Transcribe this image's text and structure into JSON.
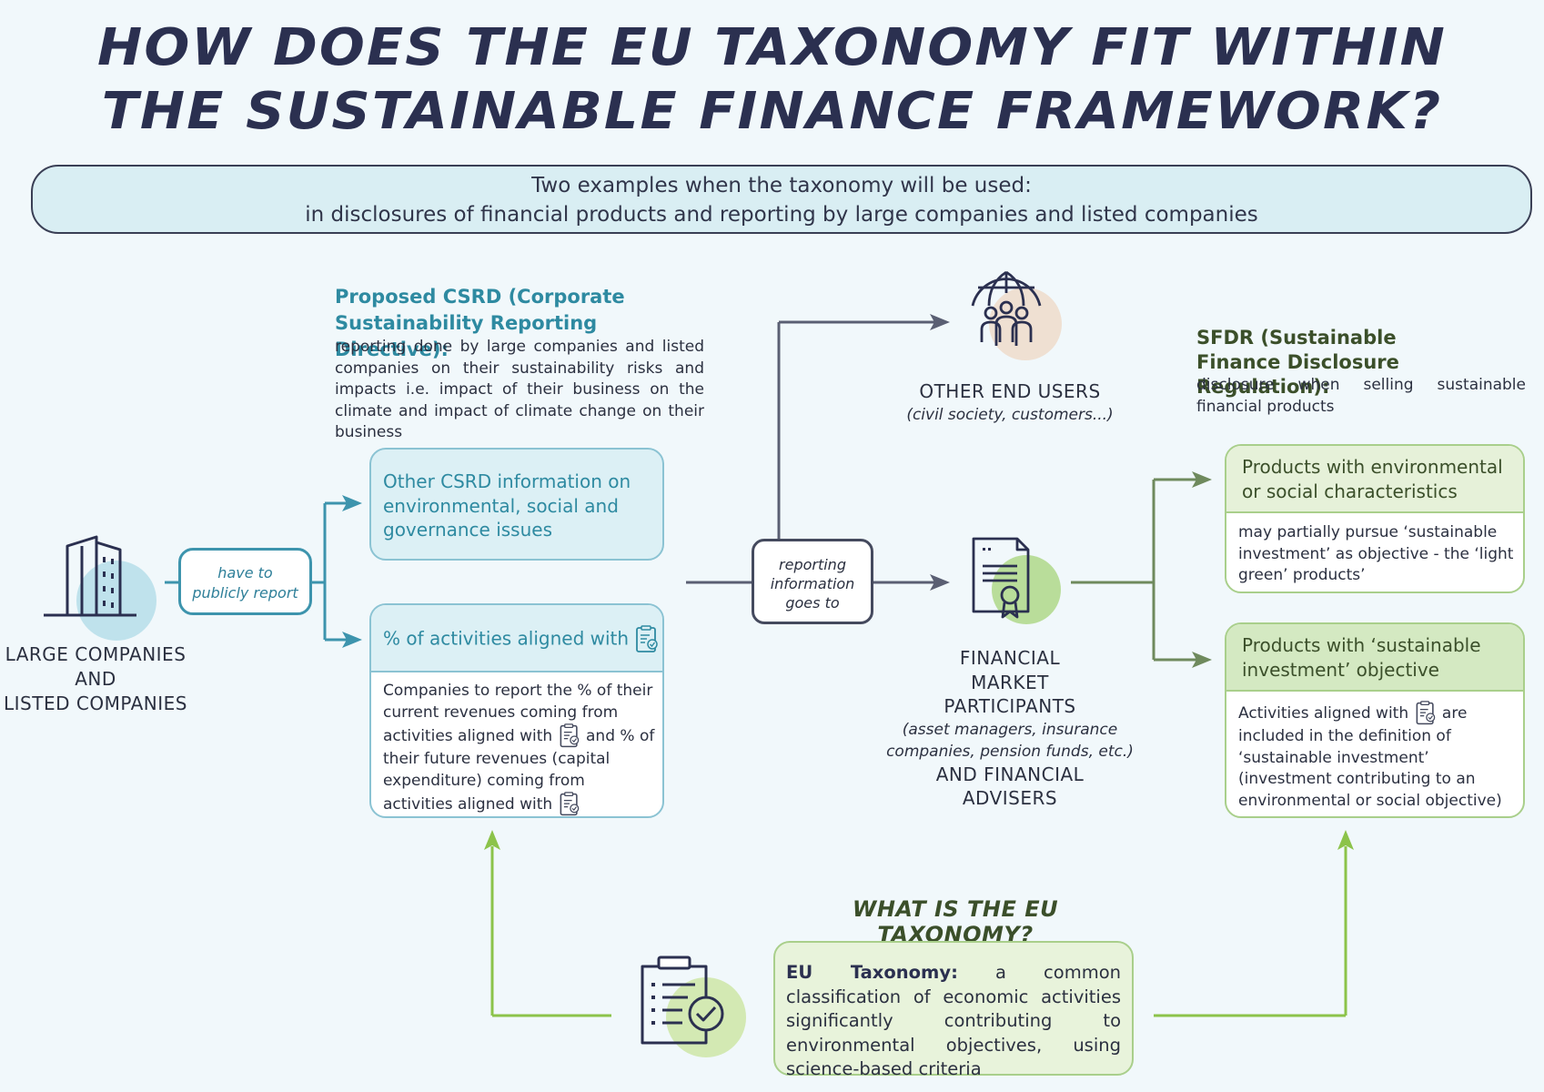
{
  "title": {
    "line1": "HOW DOES THE EU TAXONOMY FIT WITHIN",
    "line2": "THE SUSTAINABLE FINANCE FRAMEWORK?"
  },
  "banner": {
    "line1": "Two examples when the taxonomy will be used:",
    "line2": "in disclosures of financial products and reporting by large companies and listed companies"
  },
  "csrd": {
    "heading_bold": "Proposed CSRD",
    "heading_rest": "(Corporate Sustainability Reporting Directive):",
    "body": "reporting done by large companies and listed companies on their sustainability risks and impacts i.e. impact of their business on the climate and impact of climate change on their business"
  },
  "sfdr": {
    "heading": "SFDR (Sustainable Finance Disclosure Regulation):",
    "body": "disclosure when selling sustainable financial products"
  },
  "large_companies": {
    "line1": "LARGE COMPANIES",
    "line2": "AND",
    "line3": "LISTED COMPANIES"
  },
  "have_to_report": {
    "line1": "have to",
    "line2": "publicly report"
  },
  "other_csrd_box": {
    "text": "Other CSRD information on environmental, social and governance issues"
  },
  "aligned_box": {
    "header": "% of activities aligned with",
    "body_part1": "Companies to report the % of their current revenues coming from activities aligned with",
    "body_part2": "and % of their future revenues (capital expenditure) coming from activities aligned with"
  },
  "reporting_goes": {
    "line1": "reporting",
    "line2": "information",
    "line3": "goes to"
  },
  "other_end_users": {
    "title": "OTHER END USERS",
    "subtitle": "(civil society, customers...)"
  },
  "fmp": {
    "line1": "FINANCIAL",
    "line2": "MARKET",
    "line3": "PARTICIPANTS",
    "sub1": "(asset managers, insurance",
    "sub2": "companies, pension funds, etc.)",
    "line4": "AND FINANCIAL",
    "line5": "ADVISERS"
  },
  "env_products": {
    "header": "Products with environmental or social characteristics",
    "body": "may partially pursue ‘sustainable investment’ as objective - the ‘light green’ products’"
  },
  "sust_products": {
    "header": "Products with ‘sustainable investment’ objective",
    "body_part1": "Activities aligned with",
    "body_part2": "are included in the definition of ‘sustainable investment’ (investment contributing to an environmental or social objective)"
  },
  "what_is": {
    "heading": "WHAT IS THE EU TAXONOMY?",
    "lead_bold": "EU Taxonomy:",
    "text": "a common classification of economic activities significantly contributing to environmental objectives, using science-based criteria"
  },
  "colors": {
    "teal": "#3d94ad",
    "dark": "#454a5e",
    "green_dark": "#6f8a5d",
    "green_light": "#8cc34a",
    "background": "#f1f8fb"
  },
  "icons": [
    "building-icon",
    "globe-people-icon",
    "certificate-icon",
    "clipboard-check-icon",
    "taxonomy-doc-icon"
  ]
}
